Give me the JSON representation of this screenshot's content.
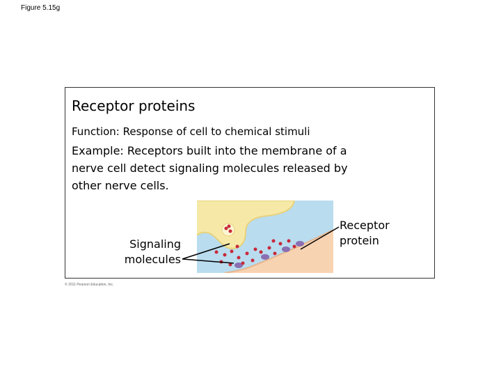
{
  "figure_label": "Figure 5.15g",
  "panel": {
    "title": "Receptor proteins",
    "function": "Function: Response of cell to chemical stimuli",
    "example": "Example: Receptors built into the membrane of a nerve cell detect signaling molecules released by other nerve cells."
  },
  "labels": {
    "signaling_line1": "Signaling",
    "signaling_line2": "molecules",
    "receptor_line1": "Receptor",
    "receptor_line2": "protein"
  },
  "copyright": "© 2011 Pearson Education, Inc.",
  "colors": {
    "background_fluid": "#b9dcef",
    "nerve_terminal": "#f6e9a8",
    "receiving_cell": "#f8d3b2",
    "molecule": "#c8293a",
    "receptor": "#8a6fb3"
  }
}
